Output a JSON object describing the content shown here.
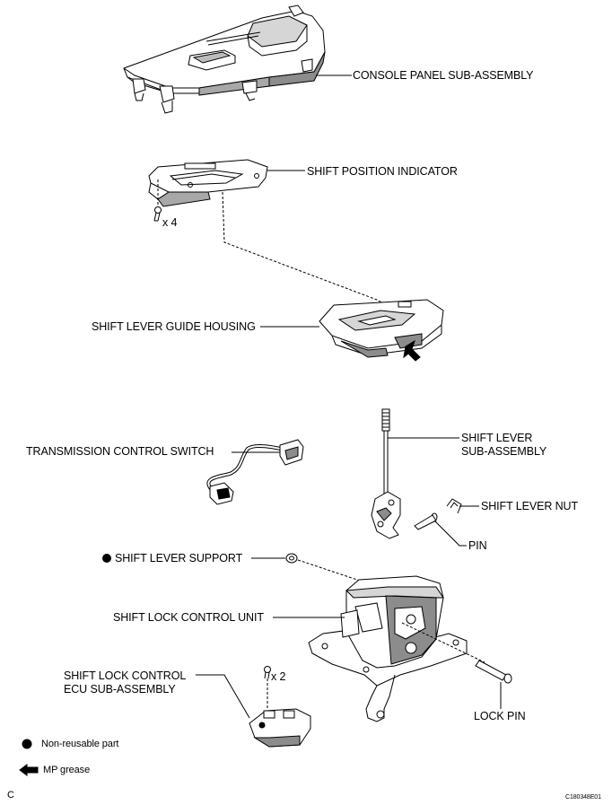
{
  "labels": {
    "console_panel": "CONSOLE PANEL SUB-ASSEMBLY",
    "shift_position_indicator": "SHIFT POSITION INDICATOR",
    "screw_qty_4": "x 4",
    "shift_lever_guide_housing": "SHIFT LEVER GUIDE HOUSING",
    "shift_lever_sub_line1": "SHIFT LEVER",
    "shift_lever_sub_line2": "SUB-ASSEMBLY",
    "transmission_control_switch": "TRANSMISSION CONTROL SWITCH",
    "shift_lever_nut": "SHIFT LEVER NUT",
    "pin": "PIN",
    "shift_lever_support": "SHIFT LEVER SUPPORT",
    "shift_lock_control_unit": "SHIFT LOCK CONTROL UNIT",
    "shift_lock_ecu_line1": "SHIFT LOCK CONTROL",
    "shift_lock_ecu_line2": "ECU SUB-ASSEMBLY",
    "screw_qty_2": "x 2",
    "lock_pin": "LOCK PIN"
  },
  "legend": {
    "non_reusable": "Non-reusable part",
    "mp_grease": "MP grease"
  },
  "footer": {
    "corner_letter": "C",
    "figure_code": "C180348E01"
  },
  "colors": {
    "ink": "#000000",
    "paper": "#ffffff",
    "shade": "#8c8c8c"
  }
}
